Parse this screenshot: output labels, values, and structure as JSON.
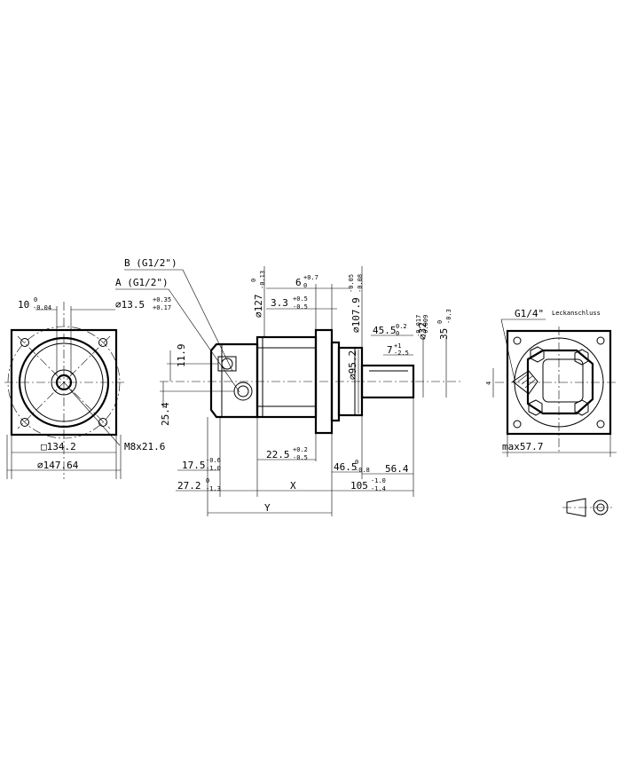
{
  "dimensions": {
    "d10": "10",
    "d10_tol_up": "0",
    "d10_tol_low": "-0.04",
    "dia13_5": "∅13.5",
    "dia13_5_tol_up": "+0.35",
    "dia13_5_tol_low": "+0.17",
    "sq134_2": "□134.2",
    "m8x21_6": "M8x21.6",
    "dia147_64": "∅147.64",
    "port_b": "B (G1/2\")",
    "port_a": "A (G1/2\")",
    "d11_9": "11.9",
    "d25_4": "25.4",
    "dia127": "∅127",
    "dia127_tol_up": "0",
    "dia127_tol_low": "-0.13",
    "d6": "6",
    "d6_tol_up": "+0.7",
    "d6_tol_low": "0",
    "d3_3": "3.3",
    "d3_3_tol_up": "+0.5",
    "d3_3_tol_low": "-0.5",
    "dia107_9": "∅107.9",
    "dia107_9_tol_up": "-0.05",
    "dia107_9_tol_low": "-0.08",
    "d45_5": "45.5",
    "d45_5_tol_up": "0.2",
    "d45_5_tol_low": "0",
    "d7": "7",
    "d7_tol_up": "+1",
    "d7_tol_low": "-2.5",
    "dia32": "∅32",
    "dia32_tol_up": "-0.017",
    "dia32_tol_low": "-0.009",
    "d35": "35",
    "d35_tol_up": "0",
    "d35_tol_low": "-0.3",
    "dia95_2": "∅95.2",
    "d22_5": "22.5",
    "d22_5_tol_up": "+0.2",
    "d22_5_tol_low": "-0.5",
    "d17_5": "17.5",
    "d17_5_tol_up": "-0.6",
    "d17_5_tol_low": "-1.0",
    "d46_5": "46.5",
    "d46_5_tol_up": "0",
    "d46_5_tol_low": "-0.8",
    "d56_4": "56.4",
    "d27_2": "27.2",
    "d27_2_tol_up": "0",
    "d27_2_tol_low": "-1.3",
    "x": "X",
    "d105": "105",
    "d105_tol_up": "-1.0",
    "d105_tol_low": "-1.4",
    "y": "Y",
    "g1_4": "G1/4\"",
    "leckanschluss": "Leckanschluss",
    "max57_7": "max57.7",
    "angle_small": "4"
  }
}
